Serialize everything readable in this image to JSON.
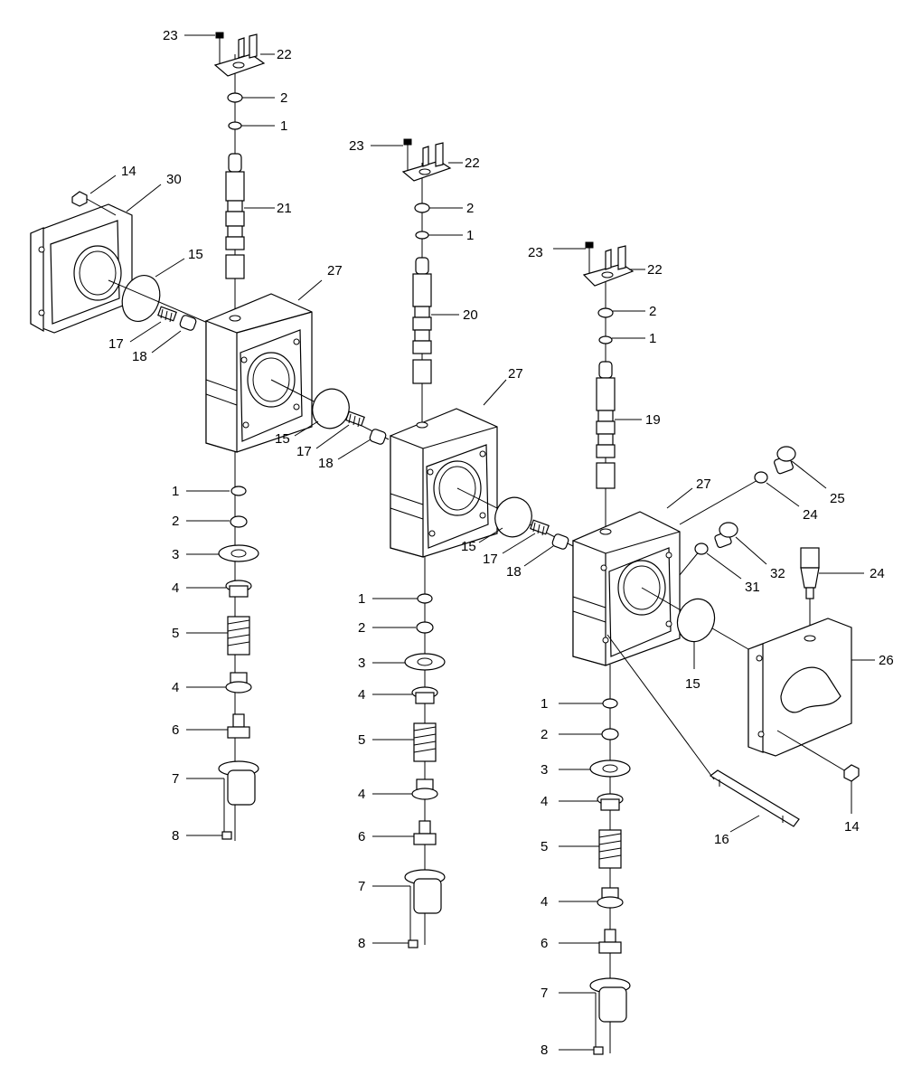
{
  "labels": {
    "c1": {
      "n23": "23",
      "n22": "22",
      "n2a": "2",
      "n1a": "1",
      "n21": "21",
      "n14": "14",
      "n30": "30",
      "n15a": "15",
      "n27": "27",
      "n17a": "17",
      "n18a": "18",
      "n15b": "15",
      "n17b": "17",
      "n18b": "18",
      "n1b": "1",
      "n2b": "2",
      "n3": "3",
      "n4a": "4",
      "n5": "5",
      "n4b": "4",
      "n6": "6",
      "n7": "7",
      "n8": "8"
    },
    "c2": {
      "n23": "23",
      "n22": "22",
      "n2a": "2",
      "n1a": "1",
      "n20": "20",
      "n27": "27",
      "n15": "15",
      "n17": "17",
      "n18": "18",
      "n1b": "1",
      "n2b": "2",
      "n3": "3",
      "n4a": "4",
      "n5": "5",
      "n4b": "4",
      "n6": "6",
      "n7": "7",
      "n8": "8"
    },
    "c3": {
      "n23": "23",
      "n22": "22",
      "n2a": "2",
      "n1a": "1",
      "n19": "19",
      "n27": "27",
      "n25": "25",
      "n24a": "24",
      "n32": "32",
      "n31": "31",
      "n24b": "24",
      "n15": "15",
      "n26": "26",
      "n16": "16",
      "n14": "14",
      "n1b": "1",
      "n2b": "2",
      "n3": "3",
      "n4a": "4",
      "n5": "5",
      "n4b": "4",
      "n6": "6",
      "n7": "7",
      "n8": "8"
    }
  }
}
